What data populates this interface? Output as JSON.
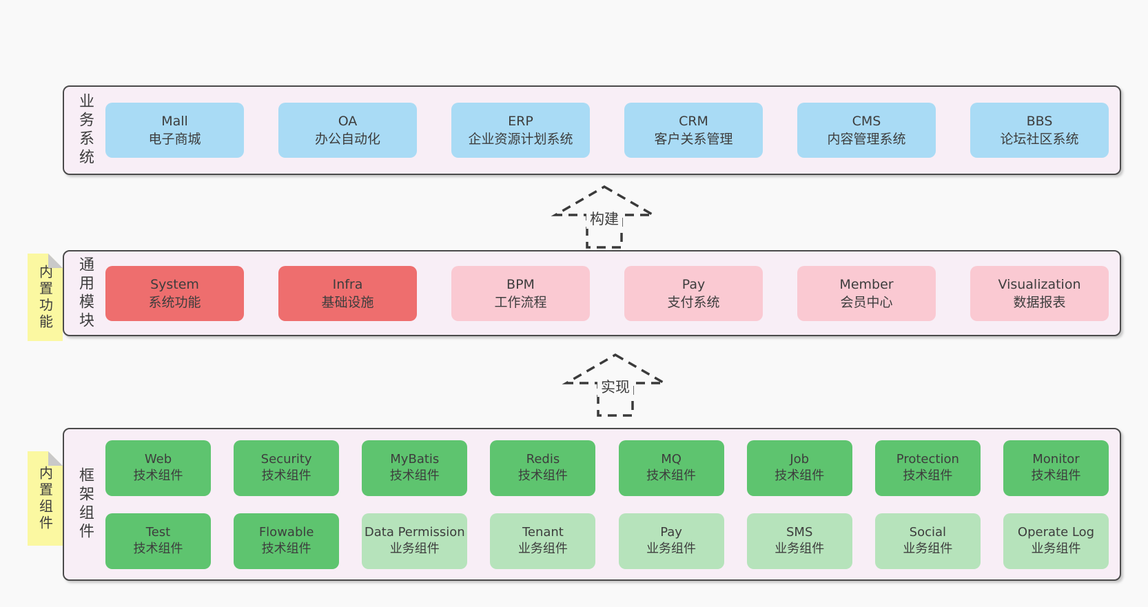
{
  "colors": {
    "blue": "#a9dbf5",
    "red": "#ee6e6e",
    "pink": "#fac9d2",
    "green": "#5ec46f",
    "lightgreen": "#b6e3bb",
    "panel_bg": "#f8eef6",
    "tab_bg": "#fbf8a1",
    "fold_gray": "#c9c9c9",
    "page_bg": "#f9f9f9",
    "border": "#4a4a4a",
    "text": "#3d3d3d"
  },
  "panels": [
    {
      "id": "business-systems",
      "label_vertical": "业务系统",
      "boxes": [
        {
          "title": "Mall",
          "subtitle": "电子商城",
          "variant": "blue"
        },
        {
          "title": "OA",
          "subtitle": "办公自动化",
          "variant": "blue"
        },
        {
          "title": "ERP",
          "subtitle": "企业资源计划系统",
          "variant": "blue"
        },
        {
          "title": "CRM",
          "subtitle": "客户关系管理",
          "variant": "blue"
        },
        {
          "title": "CMS",
          "subtitle": "内容管理系统",
          "variant": "blue"
        },
        {
          "title": "BBS",
          "subtitle": "论坛社区系统",
          "variant": "blue"
        }
      ]
    },
    {
      "id": "common-modules",
      "label_vertical": "通用模块",
      "side_tab": "内置功能",
      "boxes": [
        {
          "title": "System",
          "subtitle": "系统功能",
          "variant": "red"
        },
        {
          "title": "Infra",
          "subtitle": "基础设施",
          "variant": "red"
        },
        {
          "title": "BPM",
          "subtitle": "工作流程",
          "variant": "pink"
        },
        {
          "title": "Pay",
          "subtitle": "支付系统",
          "variant": "pink"
        },
        {
          "title": "Member",
          "subtitle": "会员中心",
          "variant": "pink"
        },
        {
          "title": "Visualization",
          "subtitle": "数据报表",
          "variant": "pink"
        }
      ]
    },
    {
      "id": "framework-components",
      "label_vertical": "框架组件",
      "side_tab": "内置组件",
      "rows": [
        [
          {
            "title": "Web",
            "subtitle": "技术组件",
            "variant": "green"
          },
          {
            "title": "Security",
            "subtitle": "技术组件",
            "variant": "green"
          },
          {
            "title": "MyBatis",
            "subtitle": "技术组件",
            "variant": "green"
          },
          {
            "title": "Redis",
            "subtitle": "技术组件",
            "variant": "green"
          },
          {
            "title": "MQ",
            "subtitle": "技术组件",
            "variant": "green"
          },
          {
            "title": "Job",
            "subtitle": "技术组件",
            "variant": "green"
          },
          {
            "title": "Protection",
            "subtitle": "技术组件",
            "variant": "green"
          },
          {
            "title": "Monitor",
            "subtitle": "技术组件",
            "variant": "green"
          }
        ],
        [
          {
            "title": "Test",
            "subtitle": "技术组件",
            "variant": "green"
          },
          {
            "title": "Flowable",
            "subtitle": "技术组件",
            "variant": "green"
          },
          {
            "title": "Data Permission",
            "subtitle": "业务组件",
            "variant": "lightgreen"
          },
          {
            "title": "Tenant",
            "subtitle": "业务组件",
            "variant": "lightgreen"
          },
          {
            "title": "Pay",
            "subtitle": "业务组件",
            "variant": "lightgreen"
          },
          {
            "title": "SMS",
            "subtitle": "业务组件",
            "variant": "lightgreen"
          },
          {
            "title": "Social",
            "subtitle": "业务组件",
            "variant": "lightgreen"
          },
          {
            "title": "Operate Log",
            "subtitle": "业务组件",
            "variant": "lightgreen"
          }
        ]
      ]
    }
  ],
  "arrows": [
    {
      "label": "构建"
    },
    {
      "label": "实现"
    }
  ]
}
